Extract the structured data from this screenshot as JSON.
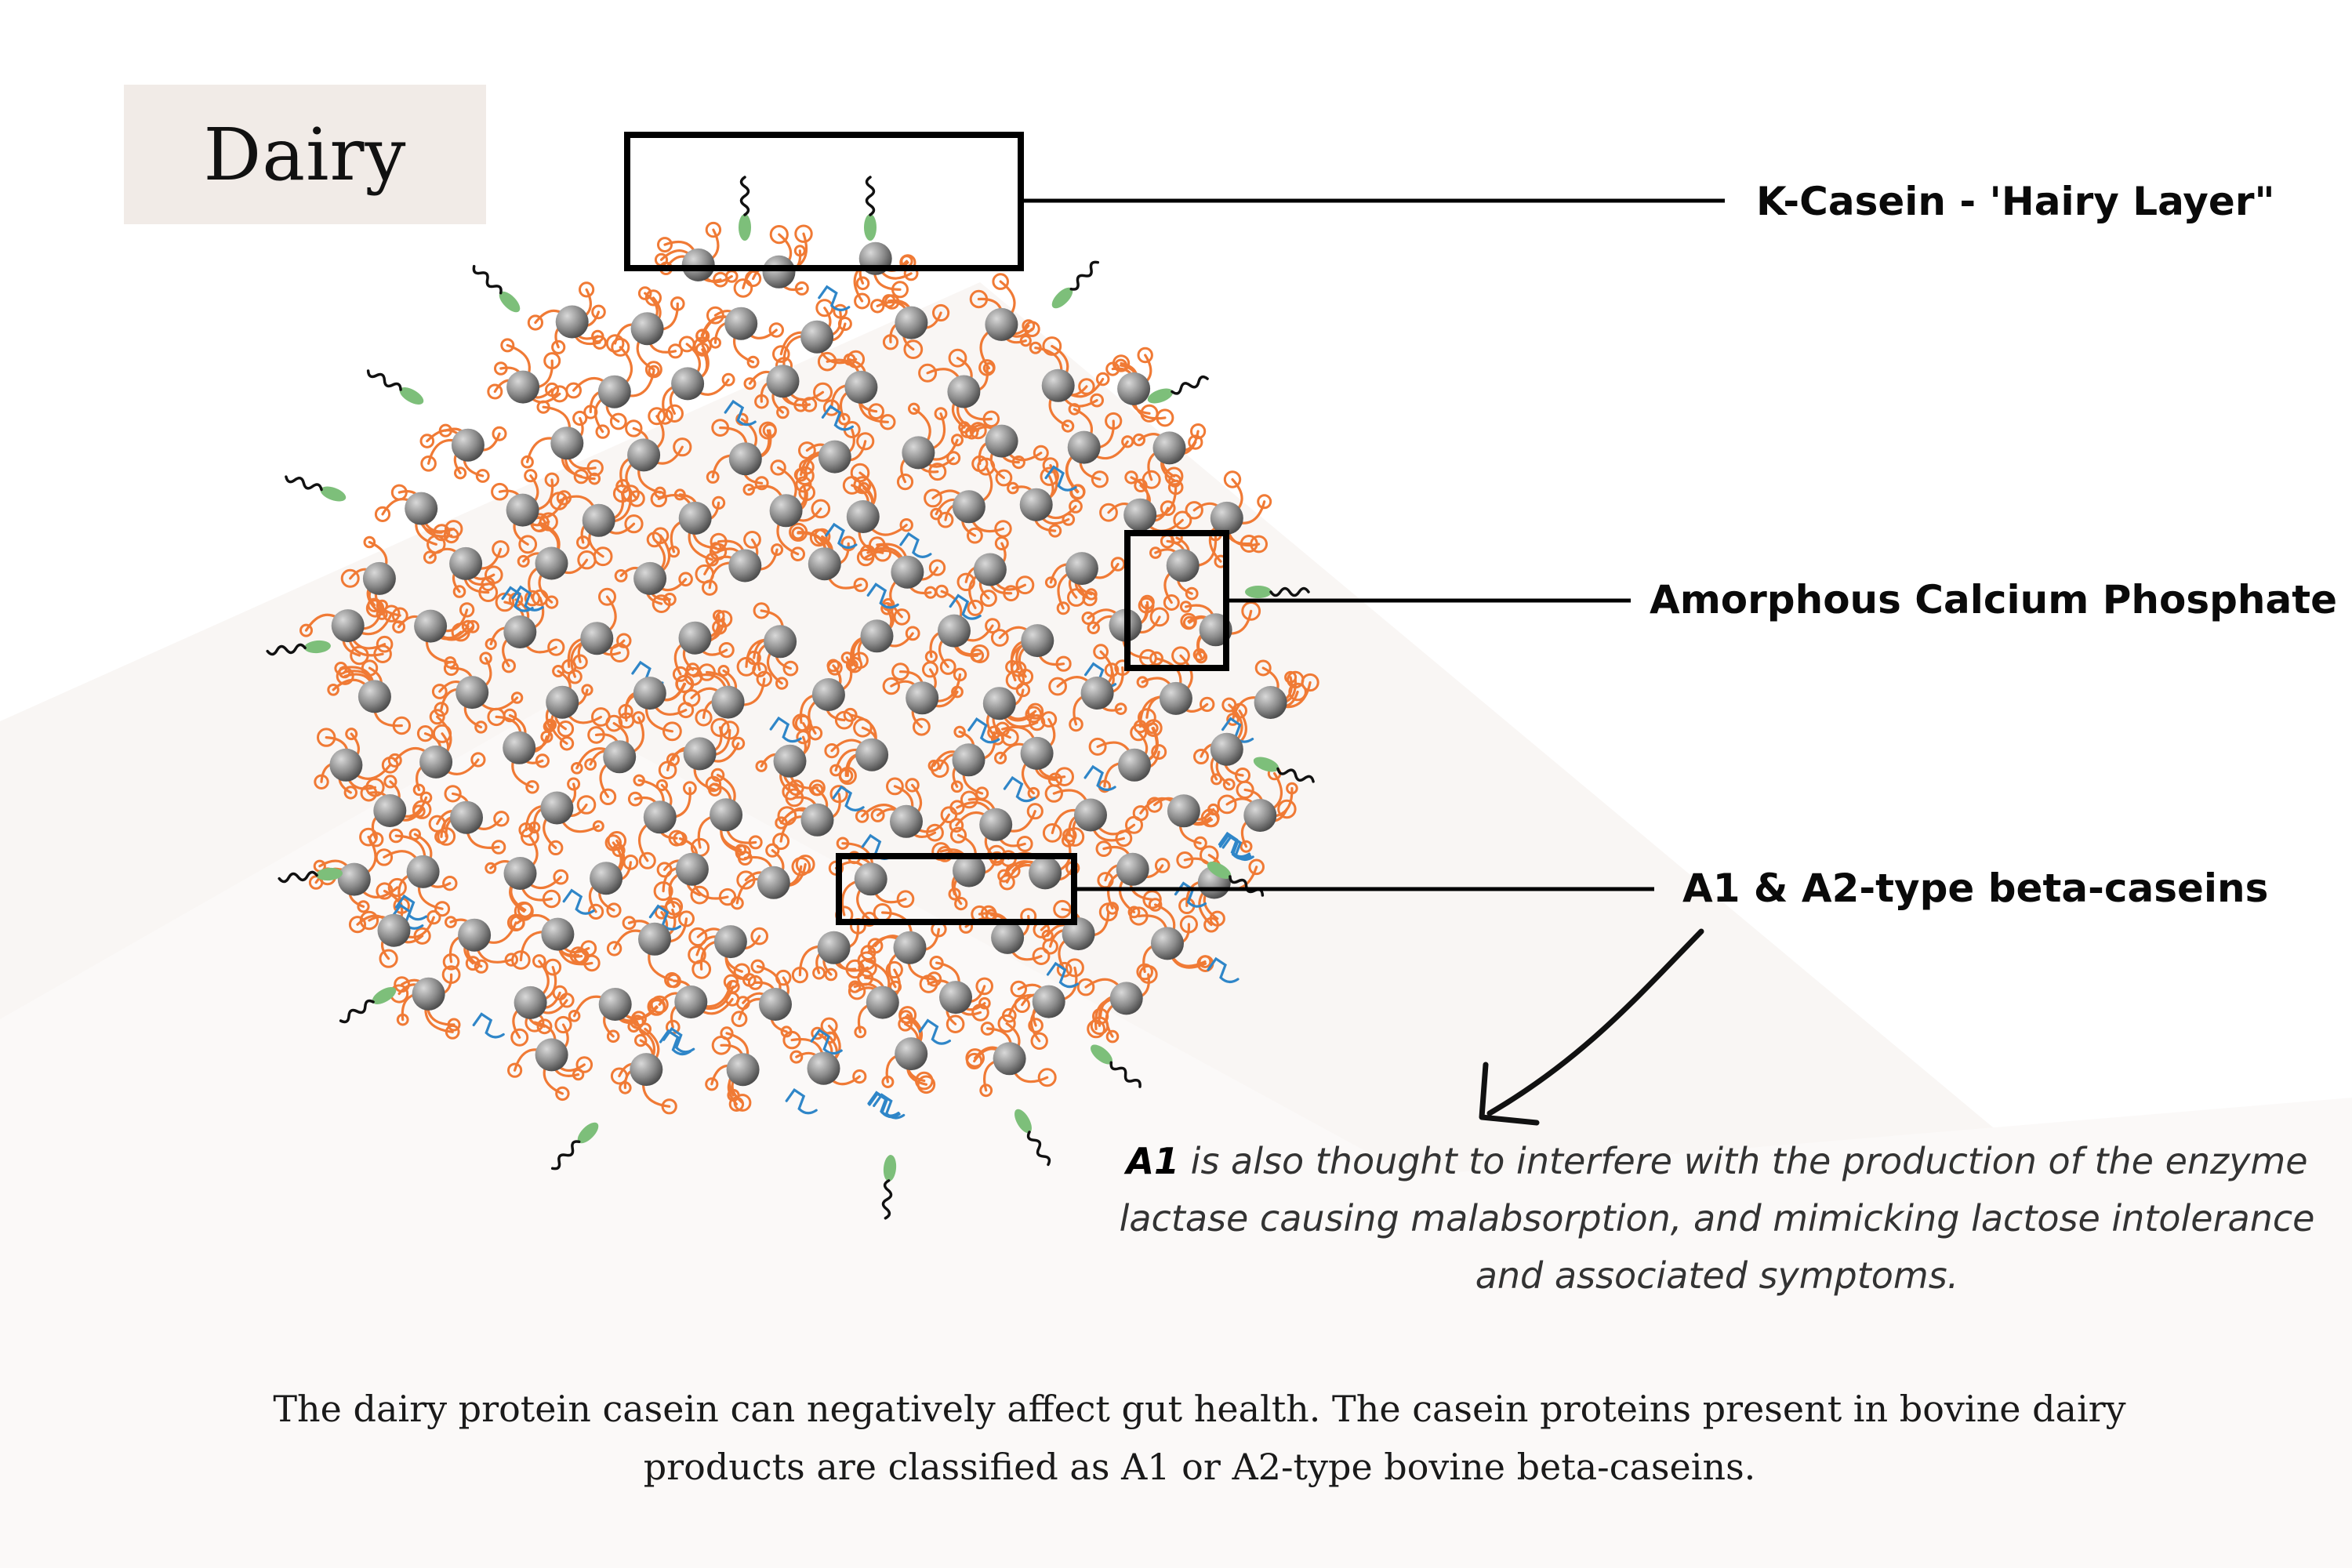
{
  "title": "Dairy",
  "labels": {
    "kappa_casein": "K-Casein - 'Hairy Layer\"",
    "calcium_phosphate": "Amorphous Calcium Phosphate",
    "beta_caseins": "A1 & A2-type beta-caseins"
  },
  "note": {
    "lead": "A1",
    "body": " is also thought to interfere with the production of the enzyme lactase causing malabsorption, and mimicking lactose intolerance and associated symptoms."
  },
  "caption": "The dairy protein casein can negatively affect gut health. The casein proteins present in bovine dairy products are classified as A1 or A2-type bovine beta-caseins.",
  "colors": {
    "title_bg": "#f1ebe7",
    "protein_strand": "#f07a35",
    "calcium_phosphate": "#8a8a8a",
    "kappa_head": "#7dbf7a",
    "beta_casein_strand": "#2f86c8",
    "background_shape": "#f8f4f2"
  },
  "icons": {
    "arrow": "curved-down-left-arrow"
  }
}
